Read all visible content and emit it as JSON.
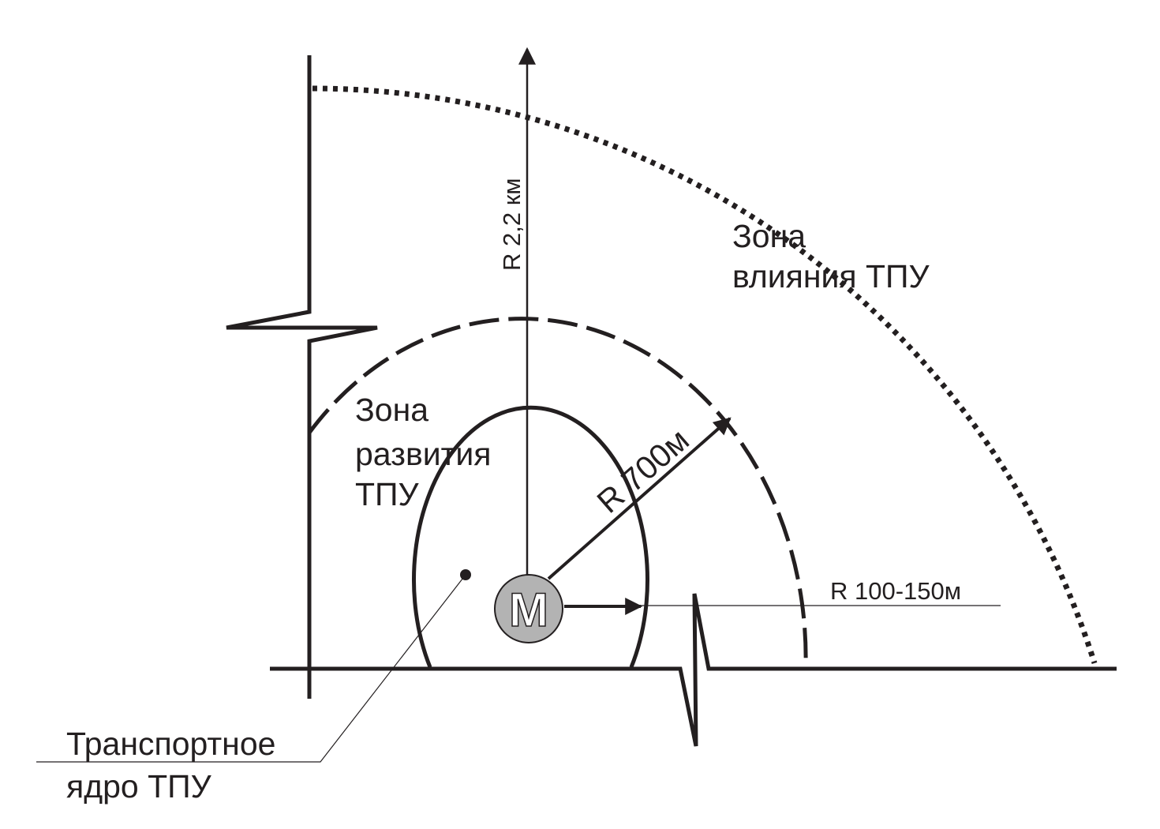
{
  "zones": {
    "influence": {
      "line1": "Зона",
      "line2": "влияния ТПУ",
      "radius_label": "R 2,2 км"
    },
    "development": {
      "line1": "Зона",
      "line2": "развития",
      "line3": "ТПУ",
      "radius_label": "R 700м"
    },
    "core": {
      "line1": "Транспортное",
      "line2": "ядро ТПУ",
      "radius_label": "R 100-150м"
    }
  },
  "metro": {
    "letter": "M"
  },
  "colors": {
    "line": "#231f20",
    "metro_fill": "#b3b3b3"
  }
}
